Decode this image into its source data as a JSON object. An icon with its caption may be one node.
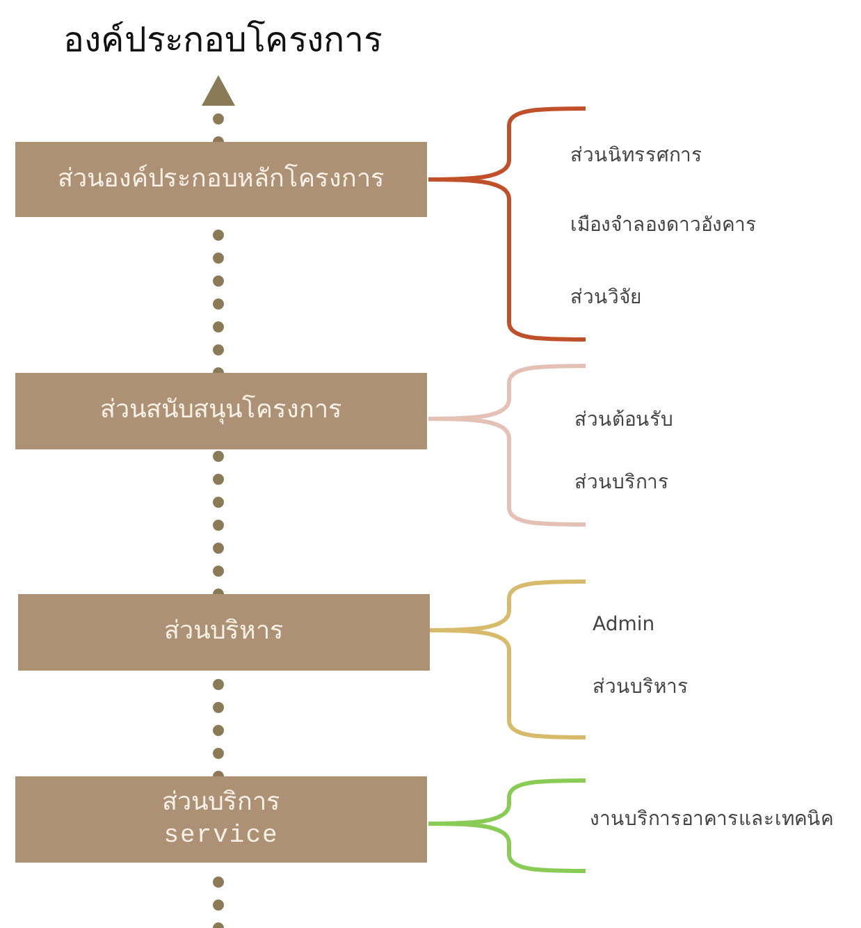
{
  "diagram": {
    "nodes": [
      {
        "text": [
          "องค์ประกอบโครงการ"
        ]
      },
      {
        "text": [
          "ส่วนองค์ประกอบหลักโครงการ"
        ]
      },
      {
        "text": [
          "ส่วนสนับสนุนโครงการ"
        ]
      },
      {
        "text": [
          "ส่วนบริหาร"
        ]
      },
      {
        "text": [
          "ส่วนบริการ",
          "service"
        ]
      }
    ],
    "edges": [
      {
        "from": 1,
        "to": 0,
        "arrow": "to",
        "style": "dashed"
      },
      {
        "from": 2,
        "to": 1,
        "arrow": "none",
        "style": "dashed"
      },
      {
        "from": 3,
        "to": 2,
        "arrow": "none",
        "style": "dashed"
      },
      {
        "from": 4,
        "to": 3,
        "arrow": "none",
        "style": "dashed"
      },
      {
        "from": null,
        "to": 4,
        "arrow": "none",
        "style": "dashed"
      }
    ],
    "labels": [
      "ส่วนนิทรรศการ",
      "เมืองจำลองดาวอังคาร",
      "ส่วนวิจัย",
      "ส่วนต้อนรับ",
      "ส่วนบริการ",
      "Admin",
      "ส่วนบริหาร",
      "งานบริการอาคารและเทคนิค"
    ]
  }
}
